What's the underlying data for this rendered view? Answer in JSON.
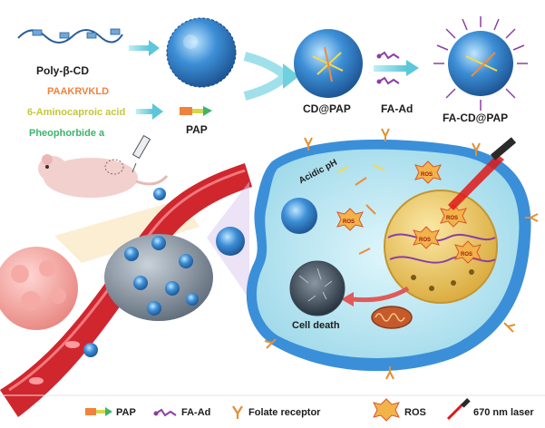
{
  "top_row": {
    "polymer_label": "Poly-β-CD",
    "components": [
      {
        "text": "PAAKRVKLD",
        "color": "#f0823c"
      },
      {
        "text": "6-Aminocaproic acid",
        "color": "#c5c53a"
      },
      {
        "text": "Pheophorbide a",
        "color": "#3bb56a"
      }
    ],
    "pap_label": "PAP",
    "cd_pap_label": "CD@PAP",
    "fa_ad_label": "FA-Ad",
    "fa_cd_pap_label": "FA-CD@PAP"
  },
  "cell": {
    "acidic_label": "Acidic pH",
    "cell_death_label": "Cell death",
    "ros_label": "ROS"
  },
  "legend": [
    {
      "icon": "pap-icon",
      "text": "PAP"
    },
    {
      "icon": "fa-ad-icon",
      "text": "FA-Ad"
    },
    {
      "icon": "folate-receptor-icon",
      "text": "Folate receptor"
    },
    {
      "icon": "ros-icon",
      "text": "ROS"
    },
    {
      "icon": "laser-icon",
      "text": "670 nm laser"
    }
  ],
  "colors": {
    "nanoparticle": "#2f7fc8",
    "arrow": "#7fd3e0",
    "membrane": "#3b8fd8",
    "cytoplasm": "#b7e7f2",
    "nucleus": "#f3d36b",
    "vessel": "#c8202a",
    "tumor": "#8a9aa8",
    "laser": "#d01818"
  }
}
